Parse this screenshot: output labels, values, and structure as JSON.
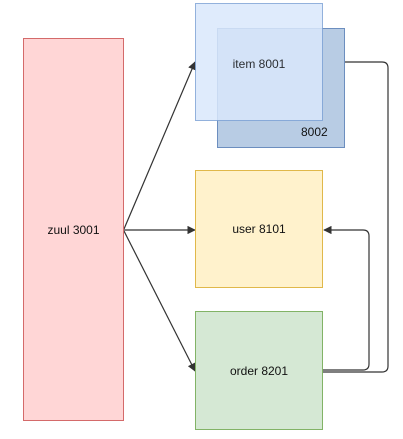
{
  "nodes": {
    "zuul": {
      "label": "zuul 3001",
      "fill": "#ffd6d6",
      "stroke": "#d46a6a"
    },
    "item": {
      "label": "item 8001",
      "fill": "#dae8fc",
      "stroke": "#7fa4d6"
    },
    "item_replica": {
      "label": "8002",
      "fill": "#b8cce4",
      "stroke": "#6c8ebf"
    },
    "user": {
      "label": "user 8101",
      "fill": "#fff2cc",
      "stroke": "#e0b84a"
    },
    "order": {
      "label": "order 8201",
      "fill": "#d5e8d4",
      "stroke": "#82b366"
    }
  },
  "edge_color": "#333333"
}
